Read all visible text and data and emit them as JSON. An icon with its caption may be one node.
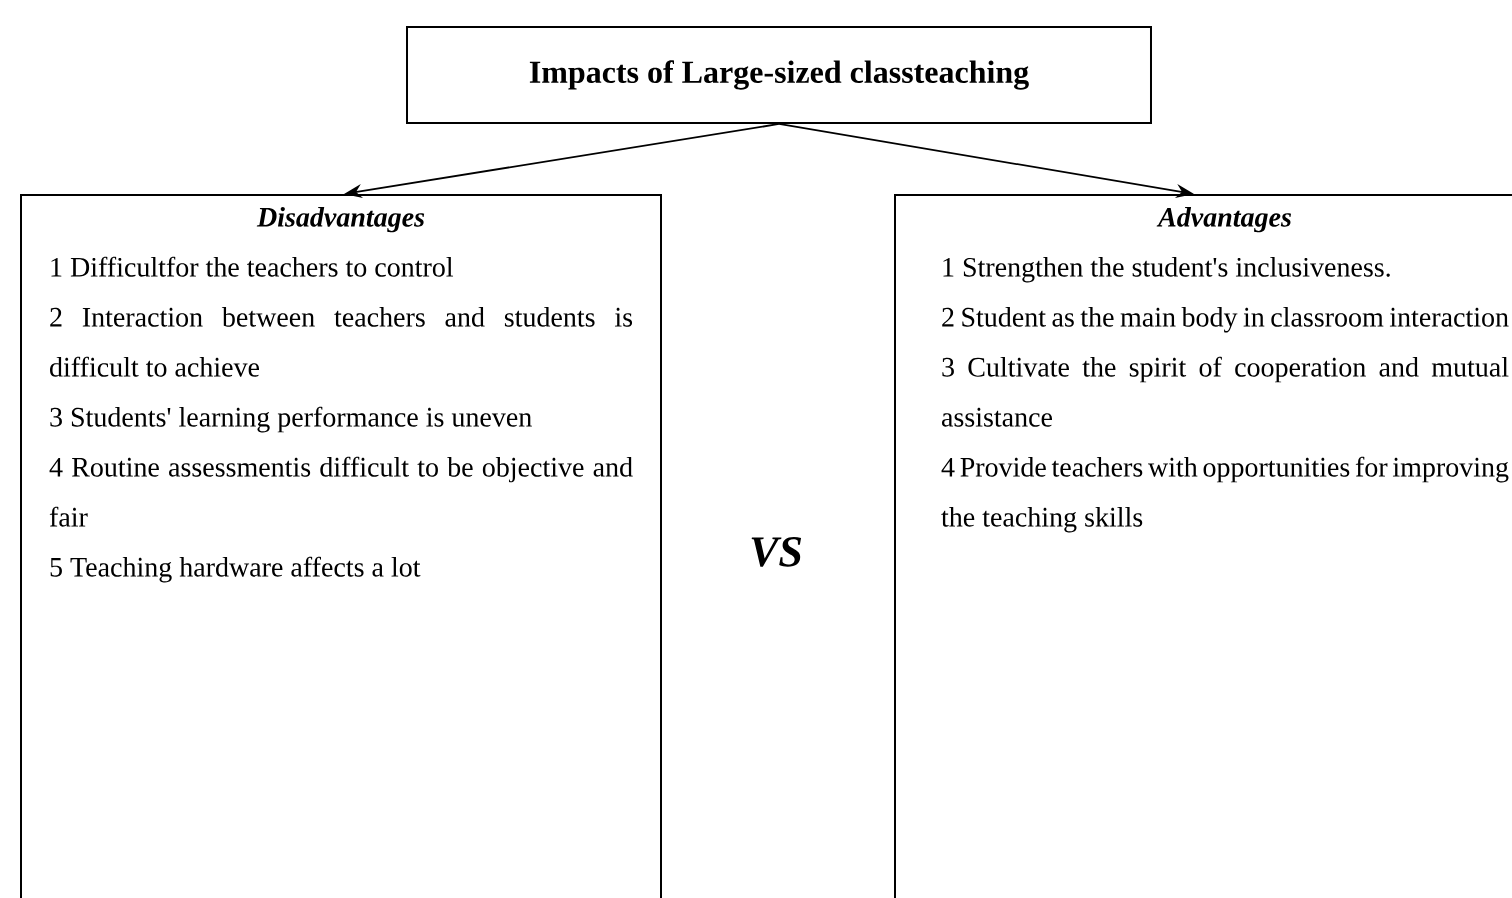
{
  "diagram": {
    "nodes": [
      {
        "text": [
          "Impacts of Large-sized classteaching"
        ]
      },
      {
        "text": [
          "Disadvantages",
          "1 Difficultfor the teachers to control",
          "2 Interaction between teachers and students is difficult to achieve",
          "3 Students' learning performance is uneven",
          "4 Routine assessmentis difficult to be objective and fair",
          "5 Teaching hardware affects a lot"
        ]
      },
      {
        "text": [
          "Advantages",
          "1 Strengthen the student's inclusiveness.",
          "2 Student as the main body in classroom interaction",
          "3 Cultivate the spirit of cooperation and mutual assistance",
          "4 Provide teachers with opportunities for improving the teaching skills"
        ]
      }
    ],
    "edges": [
      {
        "from": 0,
        "to": 1,
        "arrow": "to"
      },
      {
        "from": 0,
        "to": 2,
        "arrow": "to"
      }
    ],
    "labels": [
      "VS"
    ]
  }
}
